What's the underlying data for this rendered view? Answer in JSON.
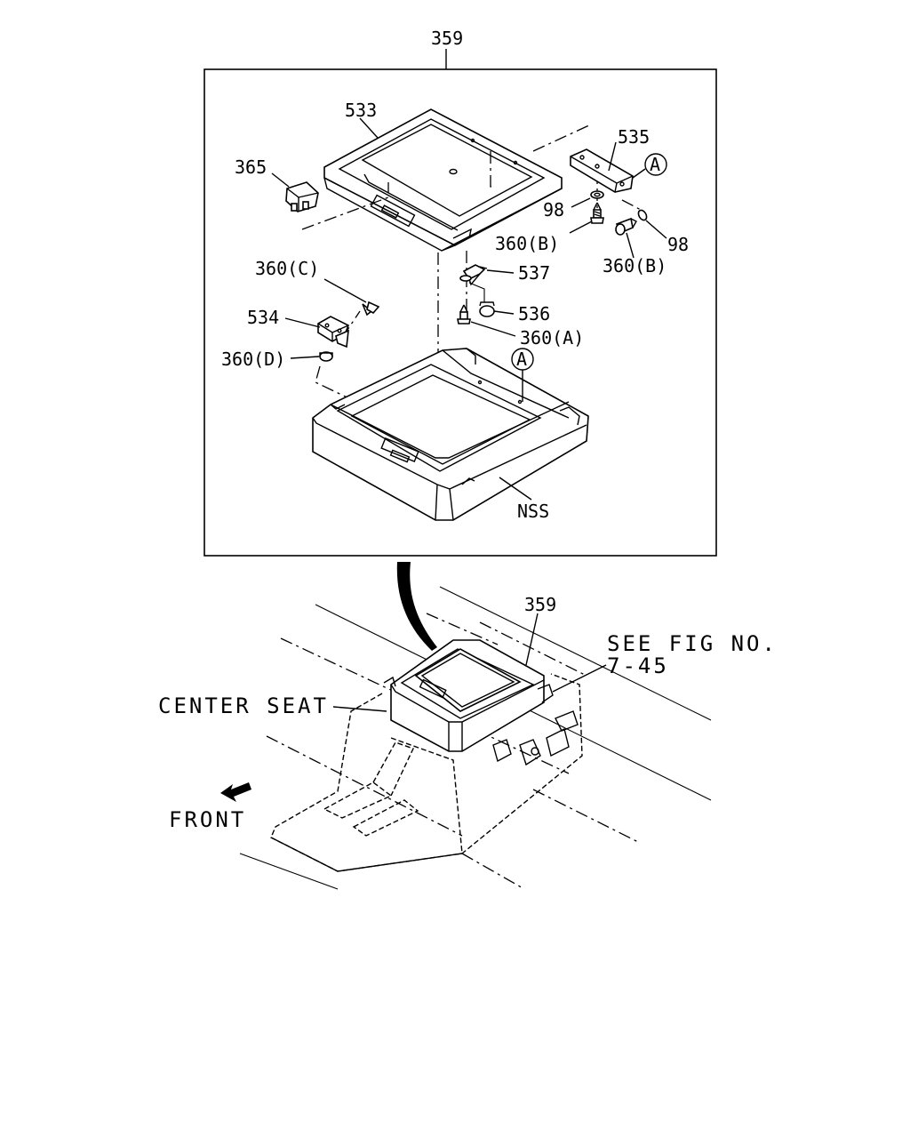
{
  "labels": {
    "assembly_top": "359",
    "lid": "533",
    "switch": "365",
    "bracket": "535",
    "circle_a_top": "A",
    "washer_left": "98",
    "washer_right": "98",
    "screw_b_left": "360(B)",
    "screw_b_right": "360(B)",
    "clip": "537",
    "screw_c": "360(C)",
    "hinge": "534",
    "grommet": "536",
    "screw_a": "360(A)",
    "screw_d": "360(D)",
    "circle_a_bottom": "A",
    "base": "NSS",
    "assembly_bottom": "359",
    "see_fig_line1": "SEE FIG NO.",
    "see_fig_line2": "7-45",
    "center_seat": "CENTER SEAT",
    "front": "FRONT"
  }
}
